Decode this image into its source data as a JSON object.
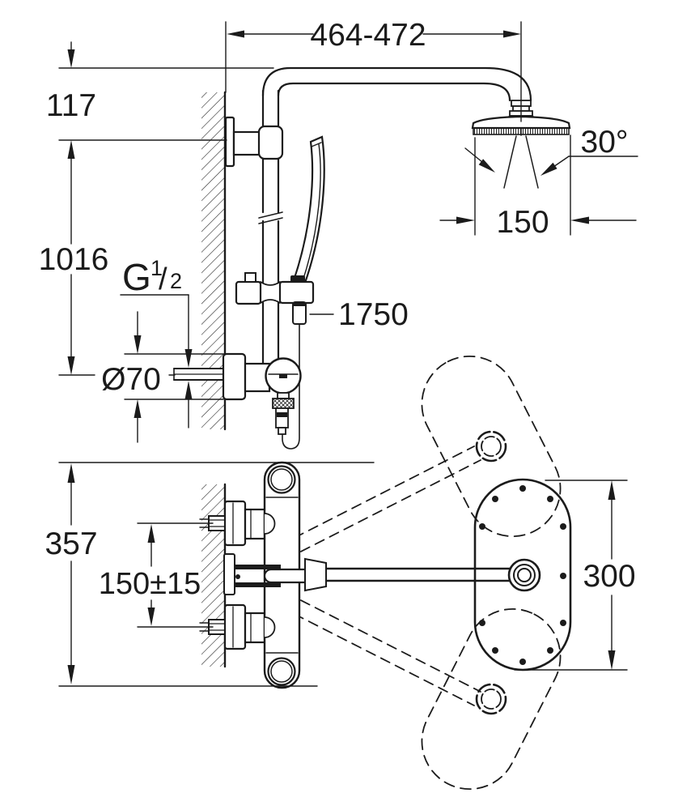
{
  "drawing": {
    "labels": {
      "width_range": "464-472",
      "arm_drop": "117",
      "rail_height": "1016",
      "thread_prefix": "G",
      "thread_numerator": "1",
      "thread_slash": "/",
      "thread_denominator": "2",
      "escutcheon_diameter": "Ø70",
      "hose_length": "1750",
      "spray_angle": "30°",
      "head_diameter": "150",
      "overall_height": "357",
      "inlet_spacing": "150±15",
      "plate_height": "300"
    }
  }
}
